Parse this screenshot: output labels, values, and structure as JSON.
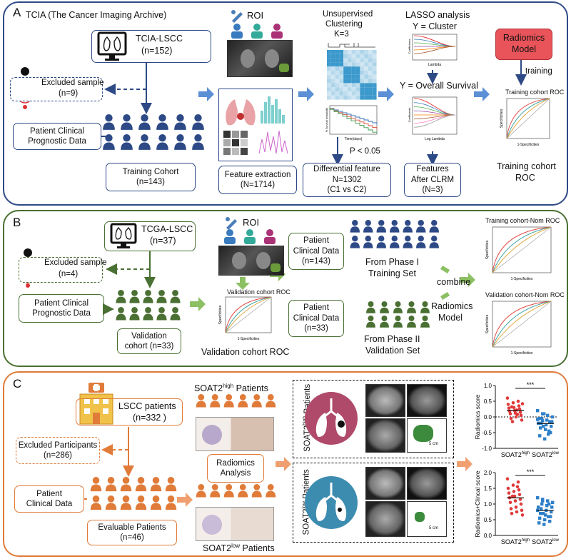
{
  "colors": {
    "blue": "#2d4a86",
    "green": "#4a7033",
    "orange": "#e07b39",
    "red_model": "#e8545a",
    "arrow_blue": "#5b8fd6",
    "arrow_green": "#8cc063",
    "arrow_orange": "#f0a070"
  },
  "panelA": {
    "label": "A",
    "tcia_title": "TCIA (The Cancer Imaging Archive)",
    "tcia_lscc": "TCIA-LSCC",
    "tcia_n": "(n=152)",
    "excluded": "Excluded sample",
    "excluded_n": "(n=9)",
    "clinical": "Patient Clinical",
    "clinical2": "Prognostic Data",
    "training_cohort": "Training Cohort",
    "training_n": "(n=143)",
    "roi": "ROI",
    "feature_extraction": "Feature extraction",
    "feature_n": "(N=1714)",
    "unsup": "Unsupervised",
    "clustering": "Clustering",
    "k": "K=3",
    "p": "P < 0.05",
    "diff_feature": "Differential feature",
    "diff_n": "N=1302",
    "diff_cmp": "(C1 vs C2)",
    "lasso": "LASSO analysis",
    "y_cluster": "Y = Cluster",
    "y_os": "Y = Overall Survival",
    "features_after": "Features",
    "features_after2": "After CLRM",
    "features_n": "(N=3)",
    "radiomics_model": "Radiomics",
    "radiomics_model2": "Model",
    "training": "training",
    "roc_title": "Training cohort ROC",
    "roc_caption": "Training cohort",
    "roc_caption2": "ROC",
    "roc_y": "Specificities",
    "roc_x": "1-Specificities",
    "km_y": "% Survival probability",
    "km_x": "Time(days)",
    "lasso_x1": "Lambda",
    "lasso_x2": "Log Lambda",
    "coeff": "Coefficients"
  },
  "panelB": {
    "label": "B",
    "tcga_lscc": "TCGA-LSCC",
    "tcga_n": "(n=37)",
    "excluded": "Excluded sample",
    "excluded_n": "(n=4)",
    "clinical": "Patient Clinical",
    "clinical2": "Prognostic Data",
    "validation": "Validation",
    "validation2": "cohort (n=33)",
    "roi": "ROI",
    "val_roc_title": "Validation cohort ROC",
    "val_roc_caption": "Validation cohort ROC",
    "pcd1": "Patient",
    "pcd1b": "Clinical Data",
    "pcd1n": "(n=143)",
    "phase1": "From Phase I",
    "phase1b": "Training Set",
    "pcd2": "Patient",
    "pcd2b": "Clinical Data",
    "pcd2n": "(n=33)",
    "phase2": "From Phase II",
    "phase2b": "Validation Set",
    "combine": "combine",
    "radiomics": "Radiomics",
    "radiomics2": "Model",
    "nom_train": "Training cohort-Nom ROC",
    "nom_val": "Validation cohort-Nom ROC",
    "roc_y": "Specificities",
    "roc_x": "1-Specificities"
  },
  "panelC": {
    "label": "C",
    "lscc": "LSCC patients",
    "lscc_n": "(n=332 )",
    "excluded": "Excluded Participants",
    "excluded_n": "(n=286)",
    "clinical": "Patient",
    "clinical2": "Clinical Data",
    "evaluable": "Evaluable Patients",
    "evaluable_n": "(n=46)",
    "soat_high": "SOAT2",
    "sup_high": "high",
    "patients": " Patients",
    "soat_low": "SOAT2",
    "sup_low": "low",
    "radiomics_analysis": "Radiomics",
    "radiomics_analysis2": "Analysis",
    "high_side": "SOAT2",
    "high_side_sup": "high",
    "high_side_end": " Patients",
    "low_side": "SOAT2",
    "low_side_sup": "low",
    "low_side_end": " Patients",
    "scale": "5 cm",
    "sig": "***",
    "y1": "Radiomics score",
    "y2": "Radiomics+Clincal score",
    "x_high": "SOAT2",
    "x_high_sup": "high",
    "x_low": "SOAT2",
    "x_low_sup": "low",
    "y1_ticks": [
      "1.0",
      "0.5",
      "0.0",
      "-0.5",
      "-1.0"
    ],
    "y2_ticks": [
      "2.0",
      "1.5",
      "1.0",
      "0.5",
      "0.0"
    ]
  }
}
